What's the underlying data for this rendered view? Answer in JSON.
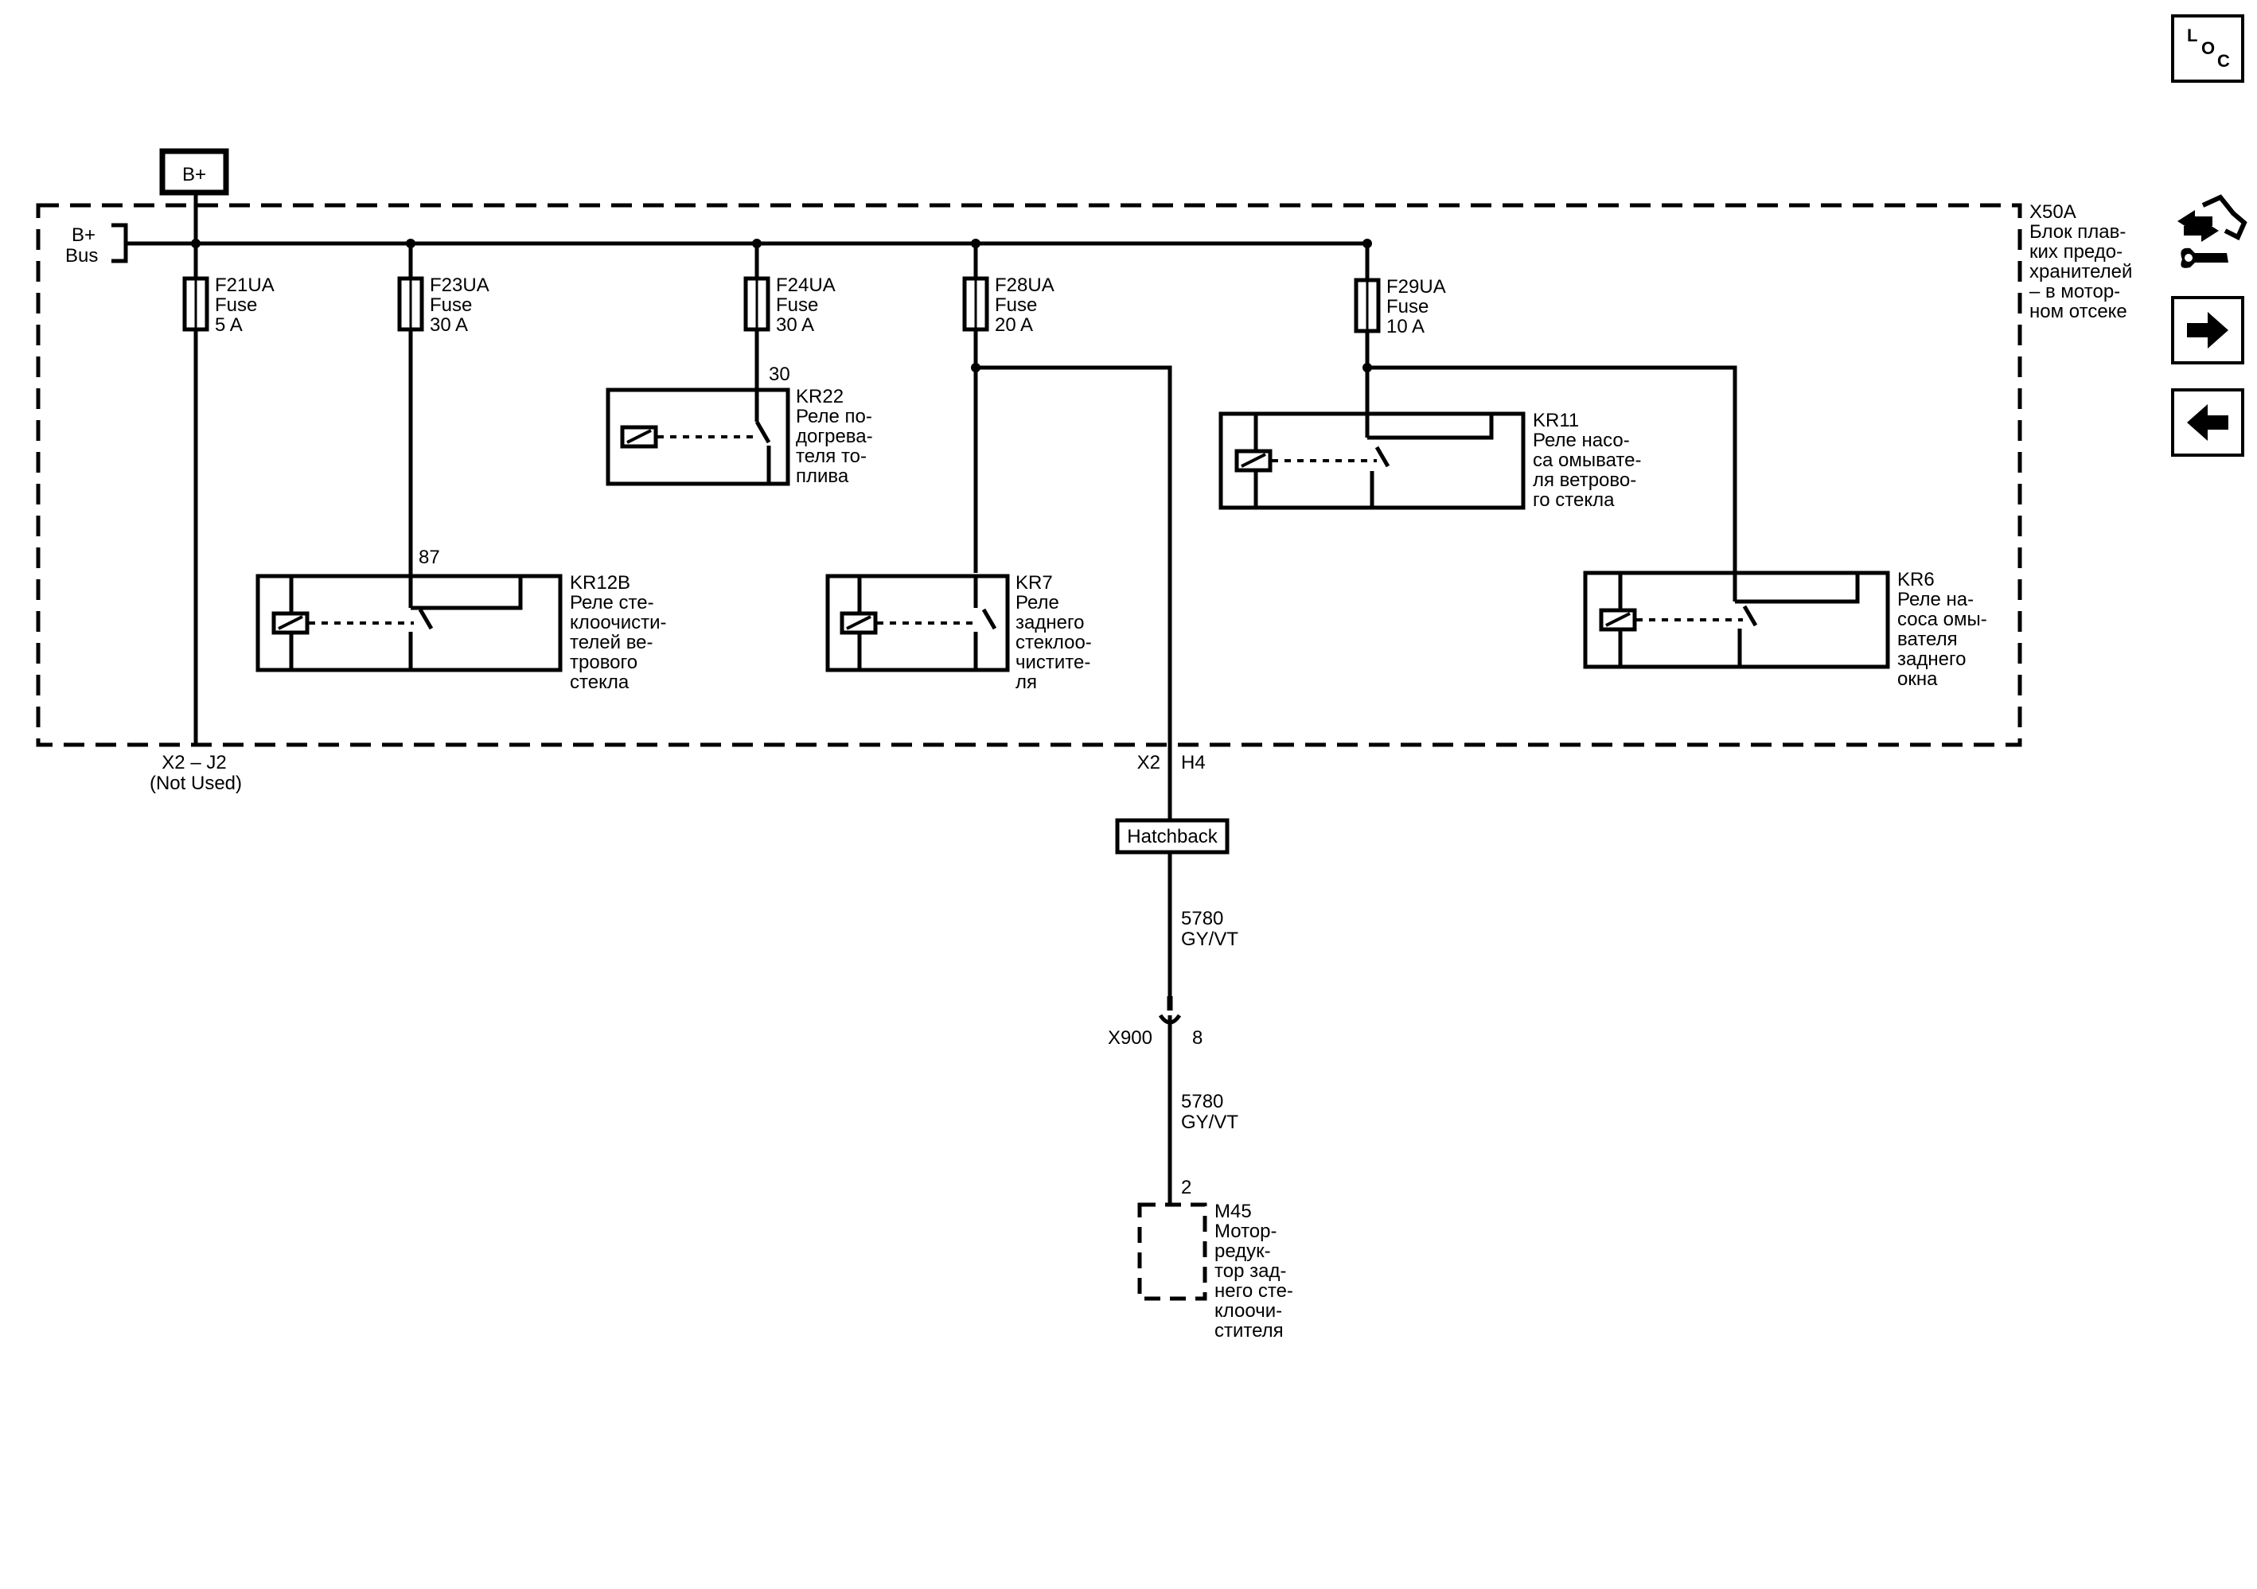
{
  "power_source": {
    "label": "B+"
  },
  "bus": {
    "label_line1": "B+",
    "label_line2": "Bus"
  },
  "fuse_block": {
    "id": "X50A",
    "description_lines": [
      "Блок плав-",
      "ких предо-",
      "хранителей",
      "– в мотор-",
      "ном отсеке"
    ]
  },
  "fuses": [
    {
      "id": "F21UA",
      "type": "Fuse",
      "rating": "5 A"
    },
    {
      "id": "F23UA",
      "type": "Fuse",
      "rating": "30 A"
    },
    {
      "id": "F24UA",
      "type": "Fuse",
      "rating": "30 A"
    },
    {
      "id": "F28UA",
      "type": "Fuse",
      "rating": "20 A"
    },
    {
      "id": "F29UA",
      "type": "Fuse",
      "rating": "10 A"
    }
  ],
  "relays": [
    {
      "id": "KR22",
      "pin": "30",
      "name_lines": [
        "Реле по-",
        "догрева-",
        "теля то-",
        "плива"
      ]
    },
    {
      "id": "KR12B",
      "pin": "87",
      "name_lines": [
        "Реле сте-",
        "клоочисти-",
        "телей ве-",
        "трового",
        "стекла"
      ]
    },
    {
      "id": "KR7",
      "name_lines": [
        "Реле",
        "заднего",
        "стеклоо-",
        "чистите-",
        "ля"
      ]
    },
    {
      "id": "KR11",
      "name_lines": [
        "Реле насо-",
        "са омывате-",
        "ля ветрово-",
        "го стекла"
      ]
    },
    {
      "id": "KR6",
      "name_lines": [
        "Реле на-",
        "соса омы-",
        "вателя",
        "заднего",
        "окна"
      ]
    }
  ],
  "connectors": {
    "x2_j2": {
      "label": "X2 – J2",
      "note": "(Not Used)"
    },
    "x2_h4": {
      "connector": "X2",
      "pin": "H4"
    },
    "x900": {
      "connector": "X900",
      "pin": "8"
    }
  },
  "option_box": {
    "label": "Hatchback"
  },
  "wires": [
    {
      "circuit": "5780",
      "color": "GY/VT"
    },
    {
      "circuit": "5780",
      "color": "GY/VT"
    }
  ],
  "motor": {
    "id": "M45",
    "pin": "2",
    "name_lines": [
      "Мотор-",
      "редук-",
      "тор зад-",
      "него сте-",
      "клоочи-",
      "стителя"
    ]
  },
  "navigation": {
    "loc_letters": [
      "L",
      "O",
      "C"
    ],
    "icons": [
      "loc-icon",
      "service-info-icon",
      "arrow-right-icon",
      "arrow-left-icon"
    ]
  }
}
